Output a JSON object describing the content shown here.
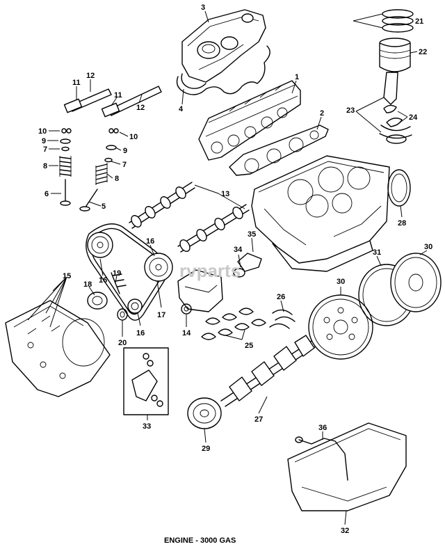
{
  "caption": "ENGINE - 3000 GAS",
  "watermark": "rvparts",
  "callouts": {
    "c1": "1",
    "c2": "2",
    "c3": "3",
    "c4": "4",
    "c5": "5",
    "c6": "6",
    "c7a": "7",
    "c7b": "7",
    "c8a": "8",
    "c8b": "8",
    "c9a": "9",
    "c9b": "9",
    "c10a": "10",
    "c10b": "10",
    "c11a": "11",
    "c11b": "11",
    "c12a": "12",
    "c12b": "12",
    "c13": "13",
    "c14": "14",
    "c15": "15",
    "c16a": "16",
    "c16b": "16",
    "c16c": "16",
    "c17": "17",
    "c18": "18",
    "c19": "19",
    "c20": "20",
    "c21": "21",
    "c22": "22",
    "c23": "23",
    "c24": "24",
    "c25": "25",
    "c26": "26",
    "c27": "27",
    "c28": "28",
    "c29": "29",
    "c30a": "30",
    "c30b": "30",
    "c31": "31",
    "c32": "32",
    "c33": "33",
    "c34": "34",
    "c35": "35",
    "c36": "36"
  }
}
